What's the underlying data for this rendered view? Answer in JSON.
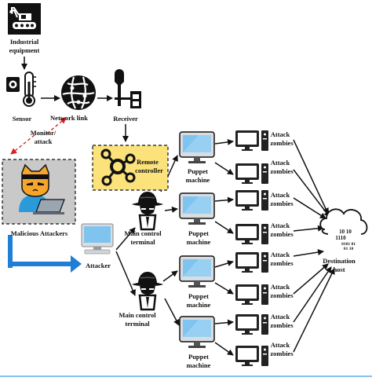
{
  "labels": {
    "industrial": [
      "Industrial",
      "equipment"
    ],
    "sensor": "Sensor",
    "network_link": "Network link",
    "receiver": "Receiver",
    "monitor_attack": [
      "Monitor/",
      "attack"
    ],
    "remote_controller": [
      "Remote",
      "controller"
    ],
    "malicious_attackers": "Malicious Attackers",
    "attacker": "Attacker",
    "main_control_terminal": [
      "Main control",
      "terminal"
    ],
    "puppet_machine": [
      "Puppet",
      "machine"
    ],
    "attack_zombies": [
      "Attack",
      "zombies"
    ],
    "destination_host": [
      "Destination",
      "host"
    ],
    "binary_text": [
      "10 10",
      "1110",
      "0101 01",
      "01 10"
    ]
  },
  "colors": {
    "ink": "#111111",
    "remote_fill": "#fbe27a",
    "attacker_bg": "#c9c9c9",
    "blue_arrow": "#1f7fd6",
    "red_dash": "#d62020",
    "screen_blue": "#7fc3ef",
    "cat_orange": "#f4a52a",
    "laptop": "#9aa6b2"
  },
  "icons": {
    "industrial": "excavator-icon",
    "sensor": "thermometer-sensor-icon",
    "network": "globe-network-icon",
    "receiver": "antenna-receiver-icon",
    "remote": "network-hub-icon",
    "attacker": "hacker-cat-icon",
    "terminal": "fedora-hacker-icon",
    "puppet": "monitor-icon",
    "zombie": "desktop-pc-icon",
    "destination": "cloud-icon"
  }
}
